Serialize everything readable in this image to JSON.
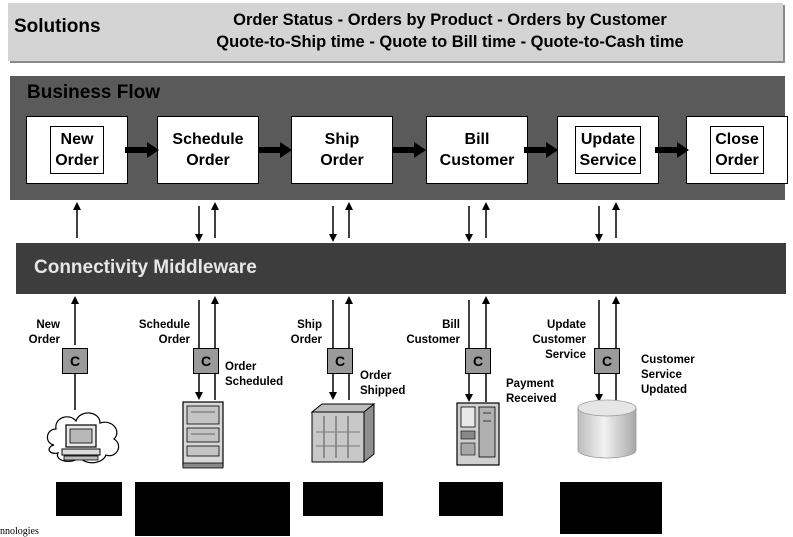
{
  "solutions": {
    "title": "Solutions",
    "line1": "Order Status - Orders by Product - Orders by Customer",
    "line2": "Quote-to-Ship time - Quote to Bill time - Quote-to-Cash time"
  },
  "business_flow": {
    "title": "Business Flow",
    "steps": [
      {
        "line1": "New",
        "line2": "Order"
      },
      {
        "line1": "Schedule",
        "line2": "Order"
      },
      {
        "line1": "Ship",
        "line2": "Order"
      },
      {
        "line1": "Bill",
        "line2": "Customer"
      },
      {
        "line1": "Update",
        "line2": "Service"
      },
      {
        "line1": "Close",
        "line2": "Order"
      }
    ]
  },
  "middleware": {
    "title": "Connectivity Middleware"
  },
  "connector_symbol": "C",
  "systems": [
    {
      "in_line1": "New",
      "in_line2": "Order",
      "out_line1": "",
      "out_line2": "",
      "device": "desktop-cloud-icon"
    },
    {
      "in_line1": "Schedule",
      "in_line2": "Order",
      "out_line1": "Order",
      "out_line2": "Scheduled",
      "device": "server-tower-icon"
    },
    {
      "in_line1": "Ship",
      "in_line2": "Order",
      "out_line1": "Order",
      "out_line2": "Shipped",
      "device": "mainframe-icon"
    },
    {
      "in_line1": "Bill",
      "in_line2": "Customer",
      "out_line1": "Payment",
      "out_line2": "Received",
      "device": "midrange-server-icon"
    },
    {
      "in_line1": "Update",
      "in_line2": "Customer",
      "in_line3": "Service",
      "out_line1": "Customer",
      "out_line2": "Service",
      "out_line3": "Updated",
      "device": "database-icon"
    }
  ],
  "footer": {
    "text": "nnologies"
  }
}
